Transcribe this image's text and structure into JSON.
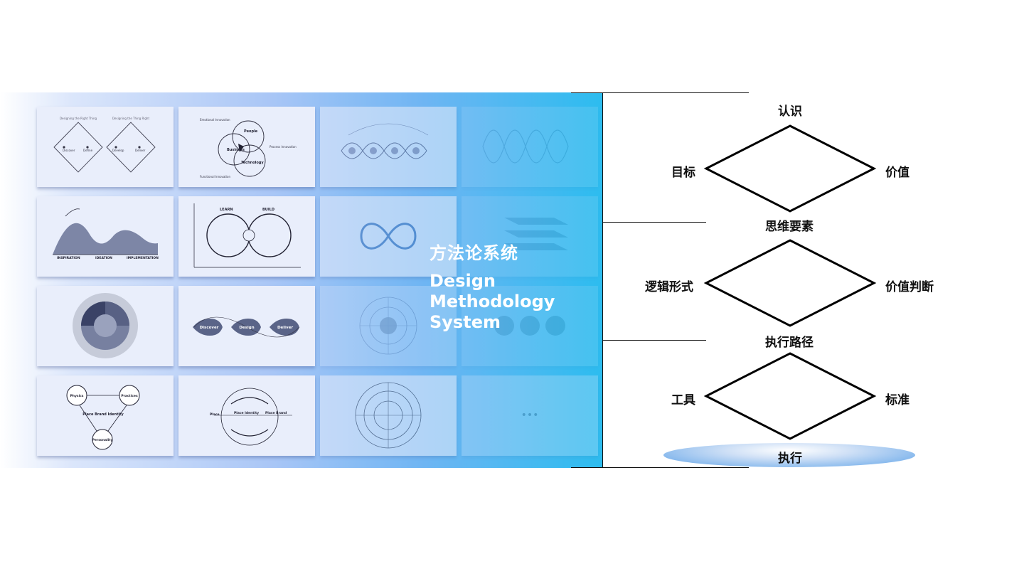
{
  "banner": {
    "title_cn": "方法论系统",
    "title_en": "Design\nMethodology\nSystem"
  },
  "thumbs": {
    "t1": {
      "top_left": "Designing the Right Thing",
      "top_right": "Designing the Thing Right",
      "steps": [
        "Discover",
        "Define",
        "Develop",
        "Deliver"
      ]
    },
    "t2": {
      "labels": [
        "Emotional Innovation",
        "People",
        "Business",
        "Technology",
        "Process Innovation",
        "Functional Innovation"
      ]
    },
    "t5": {
      "labels": [
        "INSPIRATION",
        "IDEATION",
        "IMPLEMENTATION"
      ]
    },
    "t6": {
      "labels": [
        "LEARN",
        "BUILD"
      ]
    },
    "t10": {
      "labels": [
        "Discover",
        "Design",
        "Deliver"
      ]
    },
    "t13": {
      "labels": [
        "Physics",
        "Practices",
        "Place Brand Identity",
        "Personality"
      ]
    },
    "t14": {
      "labels": [
        "Place",
        "Place Identity",
        "Place Brand"
      ]
    },
    "more": "•••"
  },
  "diagram": {
    "top": "认识",
    "d1": {
      "left": "目标",
      "right": "价值"
    },
    "mid1": "思维要素",
    "d2": {
      "left": "逻辑形式",
      "right": "价值判断"
    },
    "mid2": "执行路径",
    "d3": {
      "left": "工具",
      "right": "标准"
    },
    "bottom": "执行"
  }
}
